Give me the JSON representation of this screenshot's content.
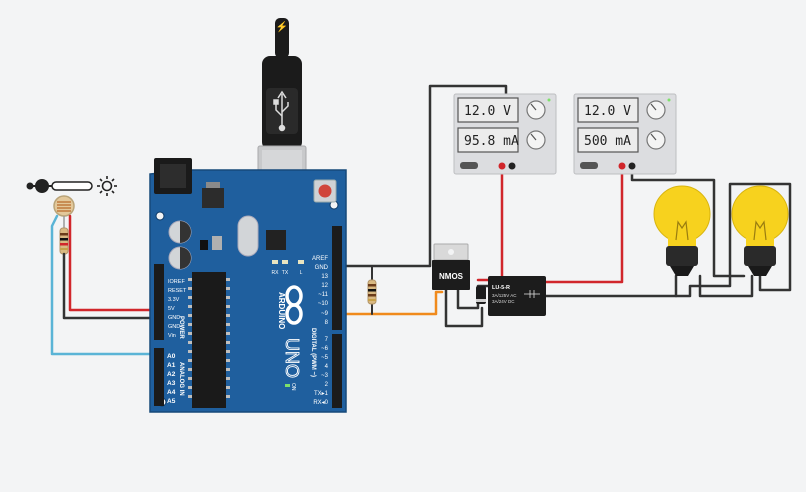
{
  "arduino": {
    "brand": "ARDUINO",
    "model": "UNO",
    "on_label": "ON",
    "power_group_label": "POWER",
    "analog_group_label": "ANALOG IN",
    "digital_group_label": "DIGITAL (PWM ~)",
    "led_labels": [
      "RX",
      "TX",
      "L"
    ],
    "power_pins": [
      "IOREF",
      "RESET",
      "3.3V",
      "5V",
      "GND",
      "GND",
      "Vin"
    ],
    "analog_pins": [
      "A0",
      "A1",
      "A2",
      "A3",
      "A4",
      "A5"
    ],
    "digital_top_pins": [
      "AREF",
      "GND",
      "13",
      "12",
      "~11",
      "~10",
      "~9",
      "8"
    ],
    "digital_bottom_pins": [
      "7",
      "~6",
      "~5",
      "4",
      "~3",
      "2",
      "TX▸1",
      "RX◂0"
    ]
  },
  "mosfet_label": "NMOS",
  "relay": {
    "model": "LU-5-R",
    "rating1": "3A/125V AC",
    "rating2": "3A/24V DC"
  },
  "supplies": [
    {
      "voltage": "12.0 V",
      "current": "95.8 mA"
    },
    {
      "voltage": "12.0 V",
      "current": "500 mA"
    }
  ],
  "colors": {
    "board": "#1f5f9e",
    "wire_black": "#333333",
    "wire_red": "#d1262b",
    "wire_orange": "#f08a1c",
    "wire_cyan": "#5ab4d6",
    "bulb": "#f7d21e"
  }
}
